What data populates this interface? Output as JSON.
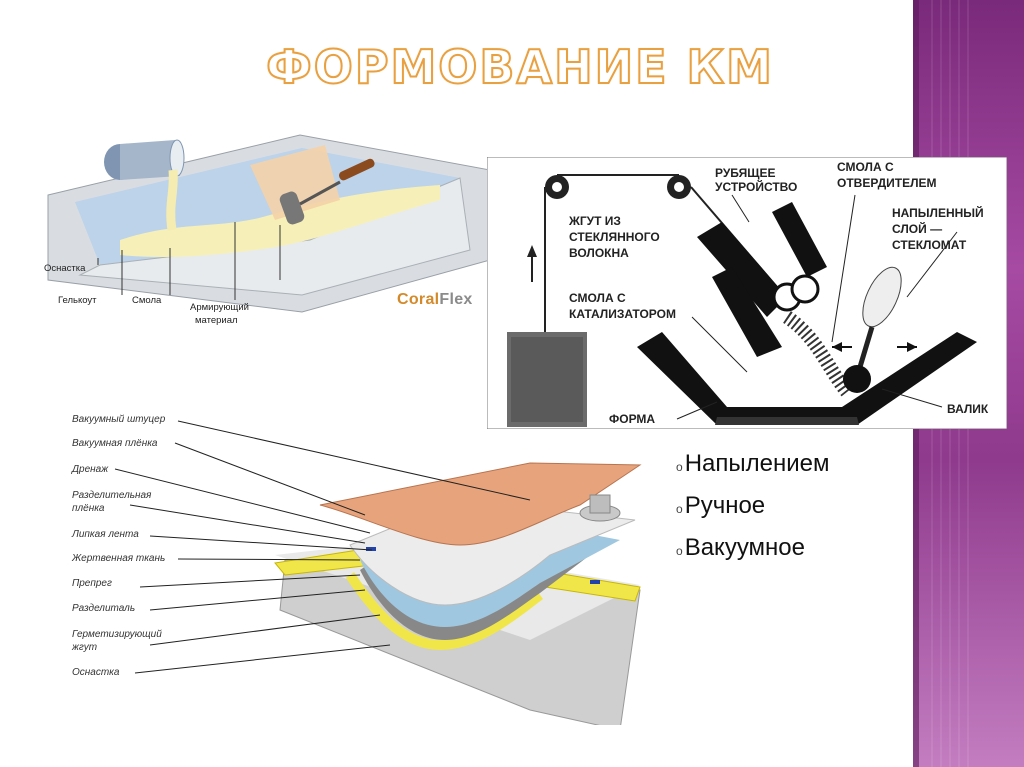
{
  "title": "ФОРМОВАНИЕ КМ",
  "colors": {
    "accent_title": "#e8a040",
    "side_band": "#a64aa3"
  },
  "hand_layup": {
    "labels": [
      "Оснастка",
      "Гелькоут",
      "Смола",
      "Армирующий",
      "материал"
    ],
    "brand_prefix": "Coral",
    "brand_suffix": "Flex"
  },
  "spray_up": {
    "labels": {
      "roving_1": "ЖГУТ ИЗ",
      "roving_2": "СТЕКЛЯННОГО",
      "roving_3": "ВОЛОКНА",
      "cutter_1": "РУБЯЩЕЕ",
      "cutter_2": "УСТРОЙСТВО",
      "resin_hard_1": "СМОЛА С",
      "resin_hard_2": "ОТВЕРДИТЕЛЕМ",
      "sprayed_1": "НАПЫЛЕННЫЙ",
      "sprayed_2": "СЛОЙ —",
      "sprayed_3": "СТЕКЛОМАТ",
      "resin_cat_1": "СМОЛА С",
      "resin_cat_2": "КАТАЛИЗАТОРОМ",
      "mold": "ФОРМА",
      "roller": "ВАЛИК"
    }
  },
  "vacuum_bag": {
    "labels": [
      "Вакуумный штуцер",
      "Вакуумная плёнка",
      "Дренаж",
      "Разделительная",
      "плёнка",
      "Липкая лента",
      "Жертвенная ткань",
      "Препрег",
      "Разделиталь",
      "Герметизирующий",
      "жгут",
      "Оснастка"
    ]
  },
  "bullets": [
    "Напылением",
    "Ручное",
    "Вакуумное"
  ],
  "bullet_marker": "o"
}
